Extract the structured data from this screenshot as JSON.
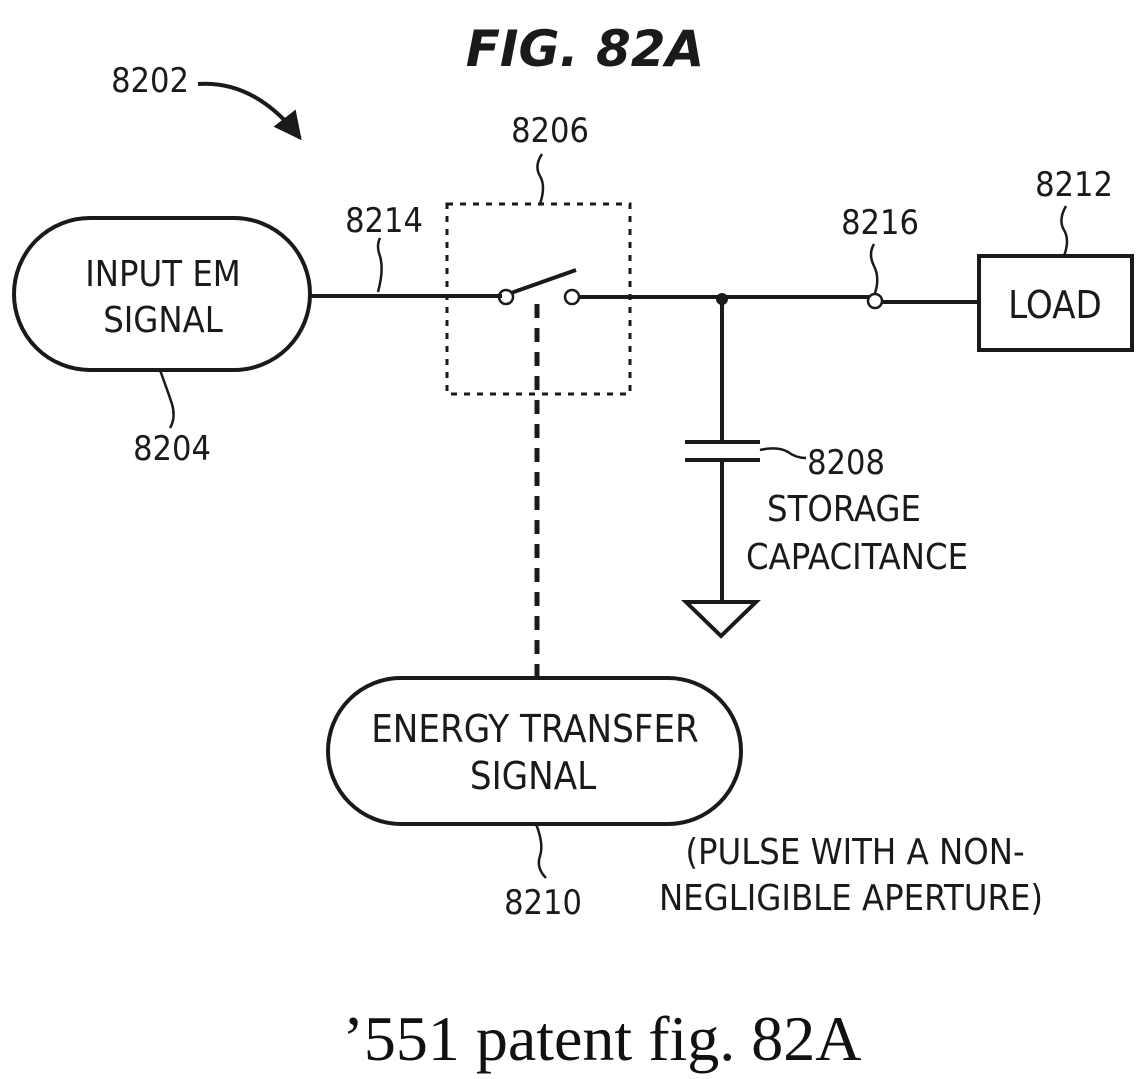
{
  "figure": {
    "title": "FIG. 82A",
    "ref_overall": "8202",
    "ref_switch": "8206",
    "ref_input_line": "8214",
    "ref_output_node": "8216",
    "ref_load": "8212",
    "ref_input_signal": "8204",
    "ref_capacitor": "8208",
    "ref_energy_signal": "8210",
    "input_signal_line1": "INPUT EM",
    "input_signal_line2": "SIGNAL",
    "load_label": "LOAD",
    "capacitor_line1": "STORAGE",
    "capacitor_line2": "CAPACITANCE",
    "energy_signal_line1": "ENERGY TRANSFER",
    "energy_signal_line2": "SIGNAL",
    "pulse_note_line1": "(PULSE WITH A NON-",
    "pulse_note_line2": "NEGLIGIBLE APERTURE)"
  },
  "caption": "’551 patent fig. 82A"
}
